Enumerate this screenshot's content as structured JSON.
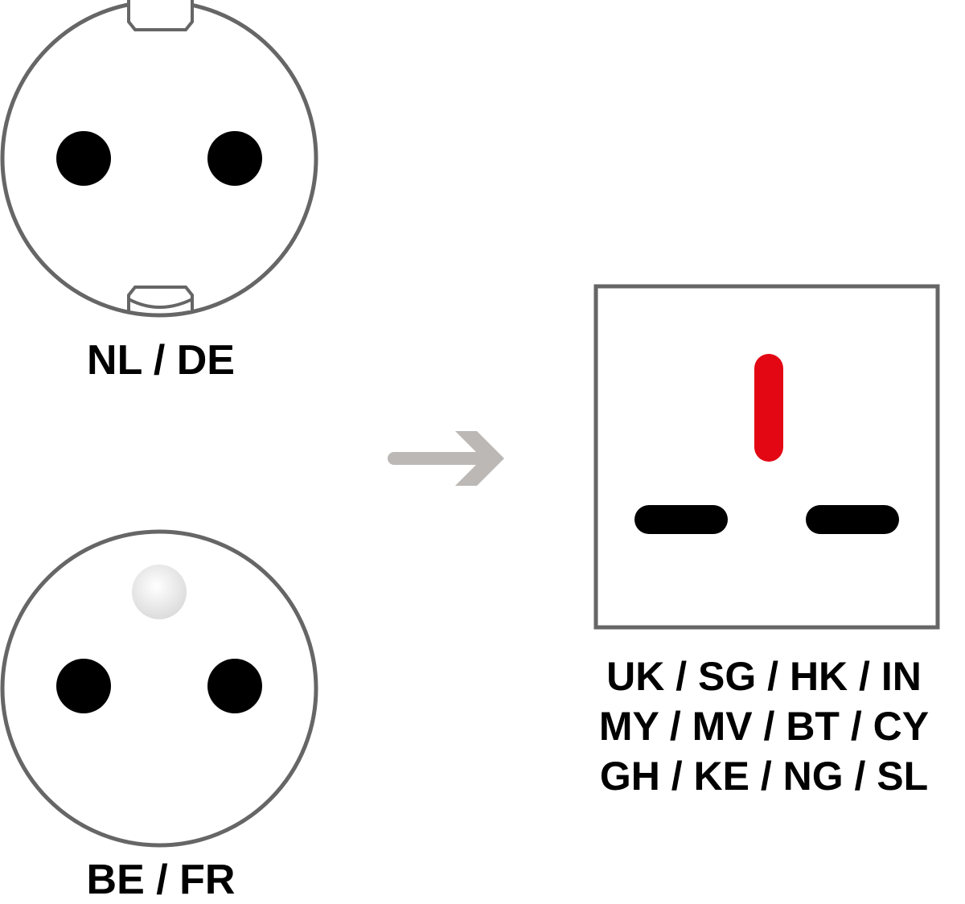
{
  "colors": {
    "outline": "#666666",
    "pin": "#000000",
    "earth_pin": "#e30613",
    "arrow": "#bcb8b6",
    "earth_contact": "#ececec"
  },
  "sockets": {
    "schuko": {
      "label": "NL / DE"
    },
    "french": {
      "label": "BE / FR"
    },
    "uk": {
      "lines": [
        "UK / SG / HK / IN",
        "MY / MV / BT / CY",
        "GH / KE / NG / SL"
      ]
    }
  },
  "arrow": {
    "icon": "arrow-right-icon"
  }
}
